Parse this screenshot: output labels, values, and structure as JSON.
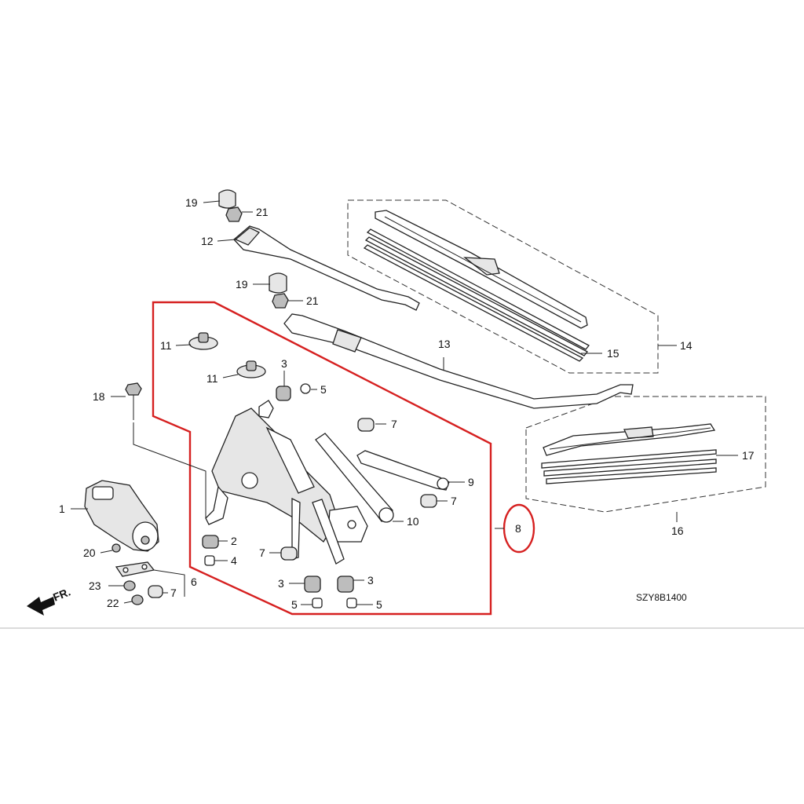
{
  "diagram": {
    "code": "SZY8B1400",
    "front_label": "FR.",
    "highlight_color": "#d62020",
    "callouts": {
      "c1": "1",
      "c2": "2",
      "c3a": "3",
      "c3b": "3",
      "c3c": "3",
      "c4": "4",
      "c5a": "5",
      "c5b": "5",
      "c5c": "5",
      "c6": "6",
      "c7a": "7",
      "c7b": "7",
      "c7c": "7",
      "c7d": "7",
      "c8": "8",
      "c9": "9",
      "c10": "10",
      "c11a": "11",
      "c11b": "11",
      "c12": "12",
      "c13": "13",
      "c14": "14",
      "c15": "15",
      "c16": "16",
      "c17": "17",
      "c18": "18",
      "c19a": "19",
      "c19b": "19",
      "c20": "20",
      "c21a": "21",
      "c21b": "21",
      "c22": "22",
      "c23": "23"
    }
  }
}
